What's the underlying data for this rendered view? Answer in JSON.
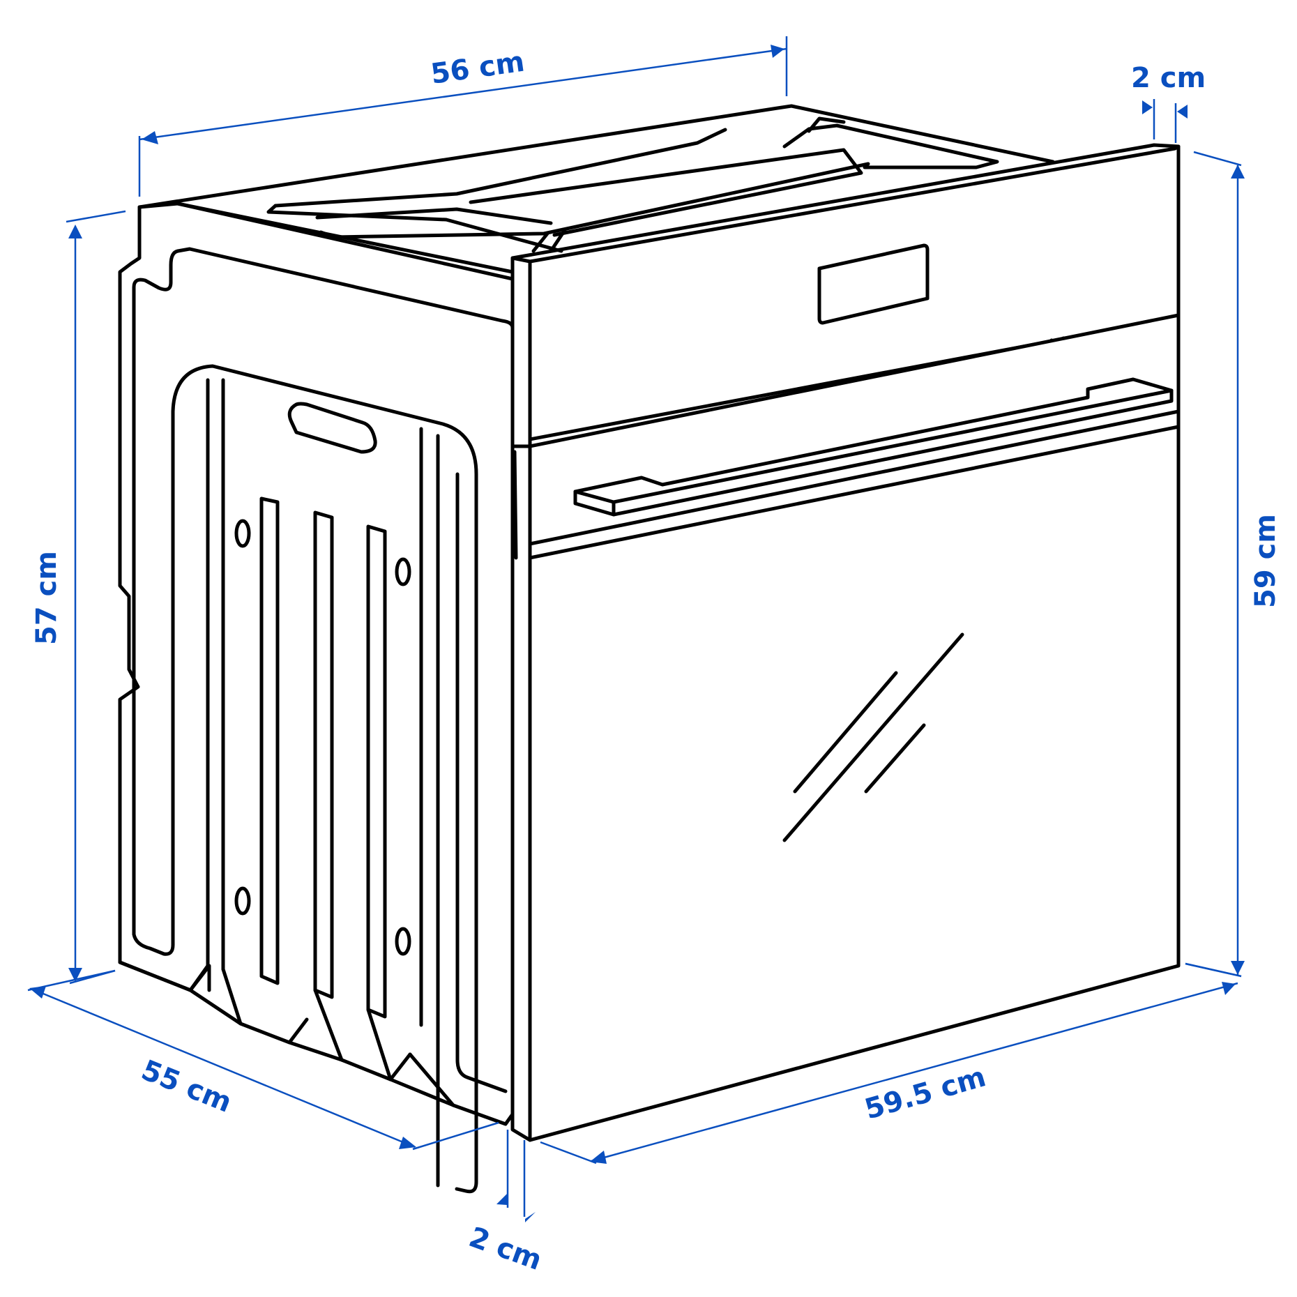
{
  "figure": {
    "subject": "Built-in oven dimension drawing",
    "line_color": "#000000",
    "dimension_color": "#0a4fbf",
    "background": "#ffffff"
  },
  "dimensions": {
    "top_depth": "56 cm",
    "front_panel_thickness_top": "2 cm",
    "body_height": "57 cm",
    "front_height": "59 cm",
    "body_depth": "55 cm",
    "front_width": "59.5 cm",
    "front_panel_thickness_bottom": "2 cm"
  }
}
